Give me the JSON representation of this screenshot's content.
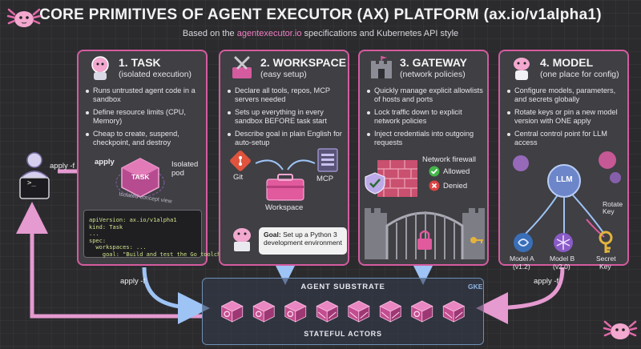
{
  "header": {
    "title": "CORE PRIMITIVES OF AGENT EXECUTOR (AX) PLATFORM (ax.io/v1alpha1)",
    "subtitle_prefix": "Based on the ",
    "subtitle_link": "agentexecutor.io",
    "subtitle_suffix": " specifications and Kubernetes API style"
  },
  "panels": [
    {
      "title": "1. TASK",
      "subtitle": "(isolated execution)",
      "bullets": [
        "Runs untrusted agent code in a sandbox",
        "Define resource limits (CPU, Memory)",
        "Cheap to create, suspend, checkpoint, and destroy"
      ]
    },
    {
      "title": "2. WORKSPACE",
      "subtitle": "(easy setup)",
      "bullets": [
        "Declare all tools, repos, MCP servers needed",
        "Sets up everything in every sandbox BEFORE task start",
        "Describe goal in plain English for auto-setup"
      ]
    },
    {
      "title": "3. GATEWAY",
      "subtitle": "(network policies)",
      "bullets": [
        "Quickly manage explicit allowlists of hosts and ports",
        "Lock traffic down to explicit network policies",
        "Inject credentials into outgoing requests"
      ]
    },
    {
      "title": "4. MODEL",
      "subtitle": "(one place for config)",
      "bullets": [
        "Configure models, parameters, and secrets globally",
        "Rotate keys or pin a new model version with ONE apply",
        "Central control point for LLM access"
      ]
    }
  ],
  "task": {
    "apply_label": "apply",
    "cube_label": "TASK",
    "pod_label": "Isolated pod",
    "concept_label": "Isolated concept view",
    "yaml": [
      "apiVersion: ax.io/v1alpha1",
      "kind: Task",
      "...",
      "spec:",
      "  workspaces: ...",
      "    goal: \"Build and test the Go toolchain\""
    ]
  },
  "workspace": {
    "git_label": "Git",
    "mcp_label": "MCP",
    "toolbox_label": "Workspace",
    "goal_prefix": "Goal:",
    "goal_text": " Set up a Python 3 development environment"
  },
  "gateway": {
    "firewall_label": "Network firewall",
    "allowed_label": "Allowed",
    "denied_label": "Denied"
  },
  "model": {
    "llm_label": "LLM",
    "rotate_label": "Rotate Key",
    "model_a_name": "Model A",
    "model_a_version": "(v1.2)",
    "model_b_name": "Model B",
    "model_b_version": "(v2.0)",
    "secret_name": "Secret",
    "secret_sub": "Key"
  },
  "user": {
    "apply_left": "apply -f",
    "terminal_prompt": ">_"
  },
  "substrate": {
    "title": "AGENT SUBSTRATE",
    "platform": "GKE",
    "actors_label": "STATEFUL ACTORS",
    "apply_left": "apply -f",
    "apply_right": "apply -f",
    "actors": [
      {
        "kind": "gear"
      },
      {
        "kind": "gear"
      },
      {
        "kind": "gear"
      },
      {
        "kind": "brick"
      },
      {
        "kind": "brick"
      },
      {
        "kind": "brick"
      },
      {
        "kind": "gear"
      },
      {
        "kind": "brick"
      }
    ]
  },
  "colors": {
    "accent_pink": "#d55b9f",
    "flow_blue": "#9ec3f5",
    "flow_pink": "#e59ad0",
    "allowed": "#43b649",
    "denied": "#dc4343",
    "substrate_border": "#6f8fb6"
  }
}
